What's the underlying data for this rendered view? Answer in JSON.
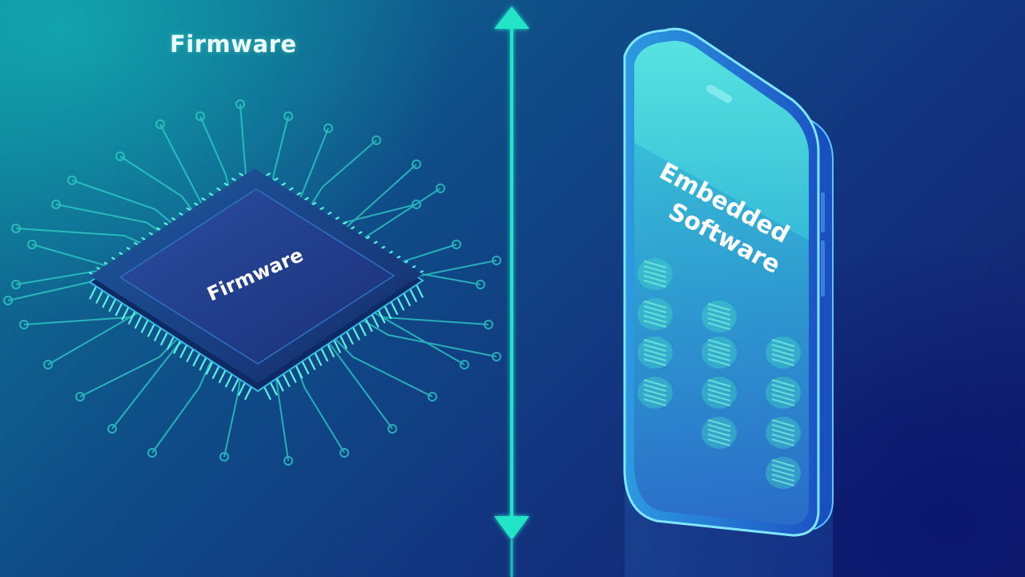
{
  "heading": "Firmware",
  "chip": {
    "label": "Firmware"
  },
  "phone": {
    "label_line1": "Embedded",
    "label_line2": "Software"
  },
  "colors": {
    "accent": "#22e4c6",
    "circuit": "#2fd3c9",
    "chip_body": "#17346f",
    "phone_screen": "#36c3d2"
  },
  "icons": [
    "circuit-traces",
    "chip-pins",
    "double-arrow-icon",
    "app-icons"
  ]
}
